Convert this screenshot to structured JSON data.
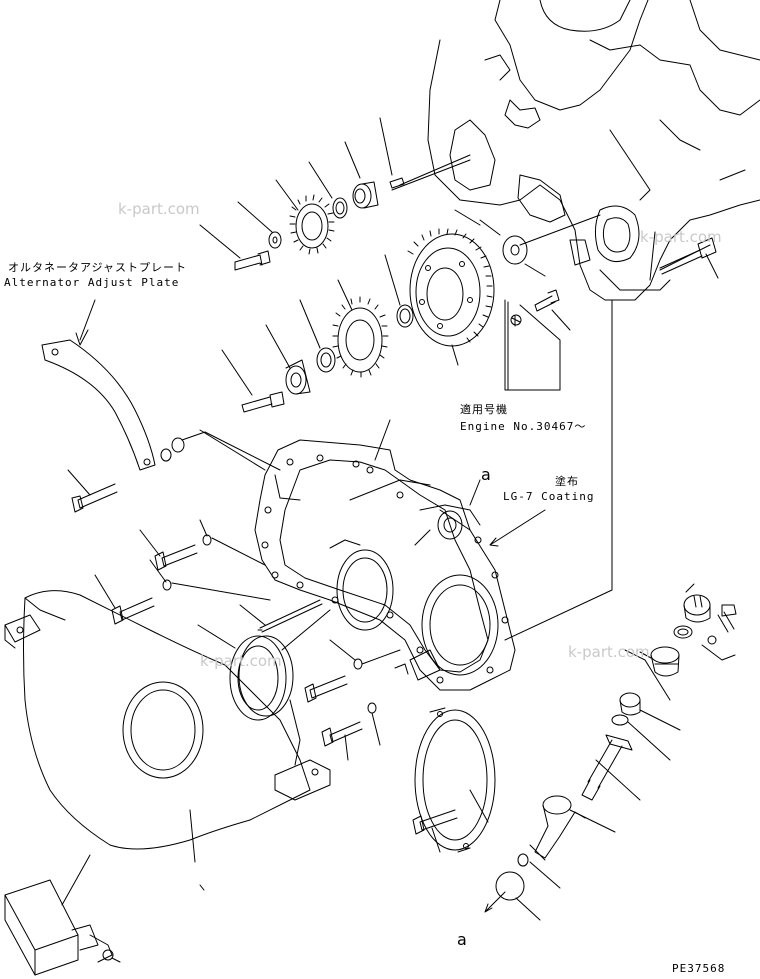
{
  "labels": {
    "alternator_jp": "オルタネータアジャストプレート",
    "alternator_en": "Alternator Adjust Plate",
    "engine_jp": "適用号機",
    "engine_en": "Engine No.30467〜",
    "coating_jp": "塗布",
    "coating_en": "LG-7 Coating",
    "ref_a_top": "a",
    "ref_a_bottom": "a",
    "drawing_no": "PE37568"
  },
  "watermarks": [
    "k-part.com",
    "k-part.com",
    "k-part.com",
    "k-part.com"
  ],
  "colors": {
    "ink": "#000000",
    "paper": "#ffffff",
    "watermark": "#c9c9c9"
  }
}
